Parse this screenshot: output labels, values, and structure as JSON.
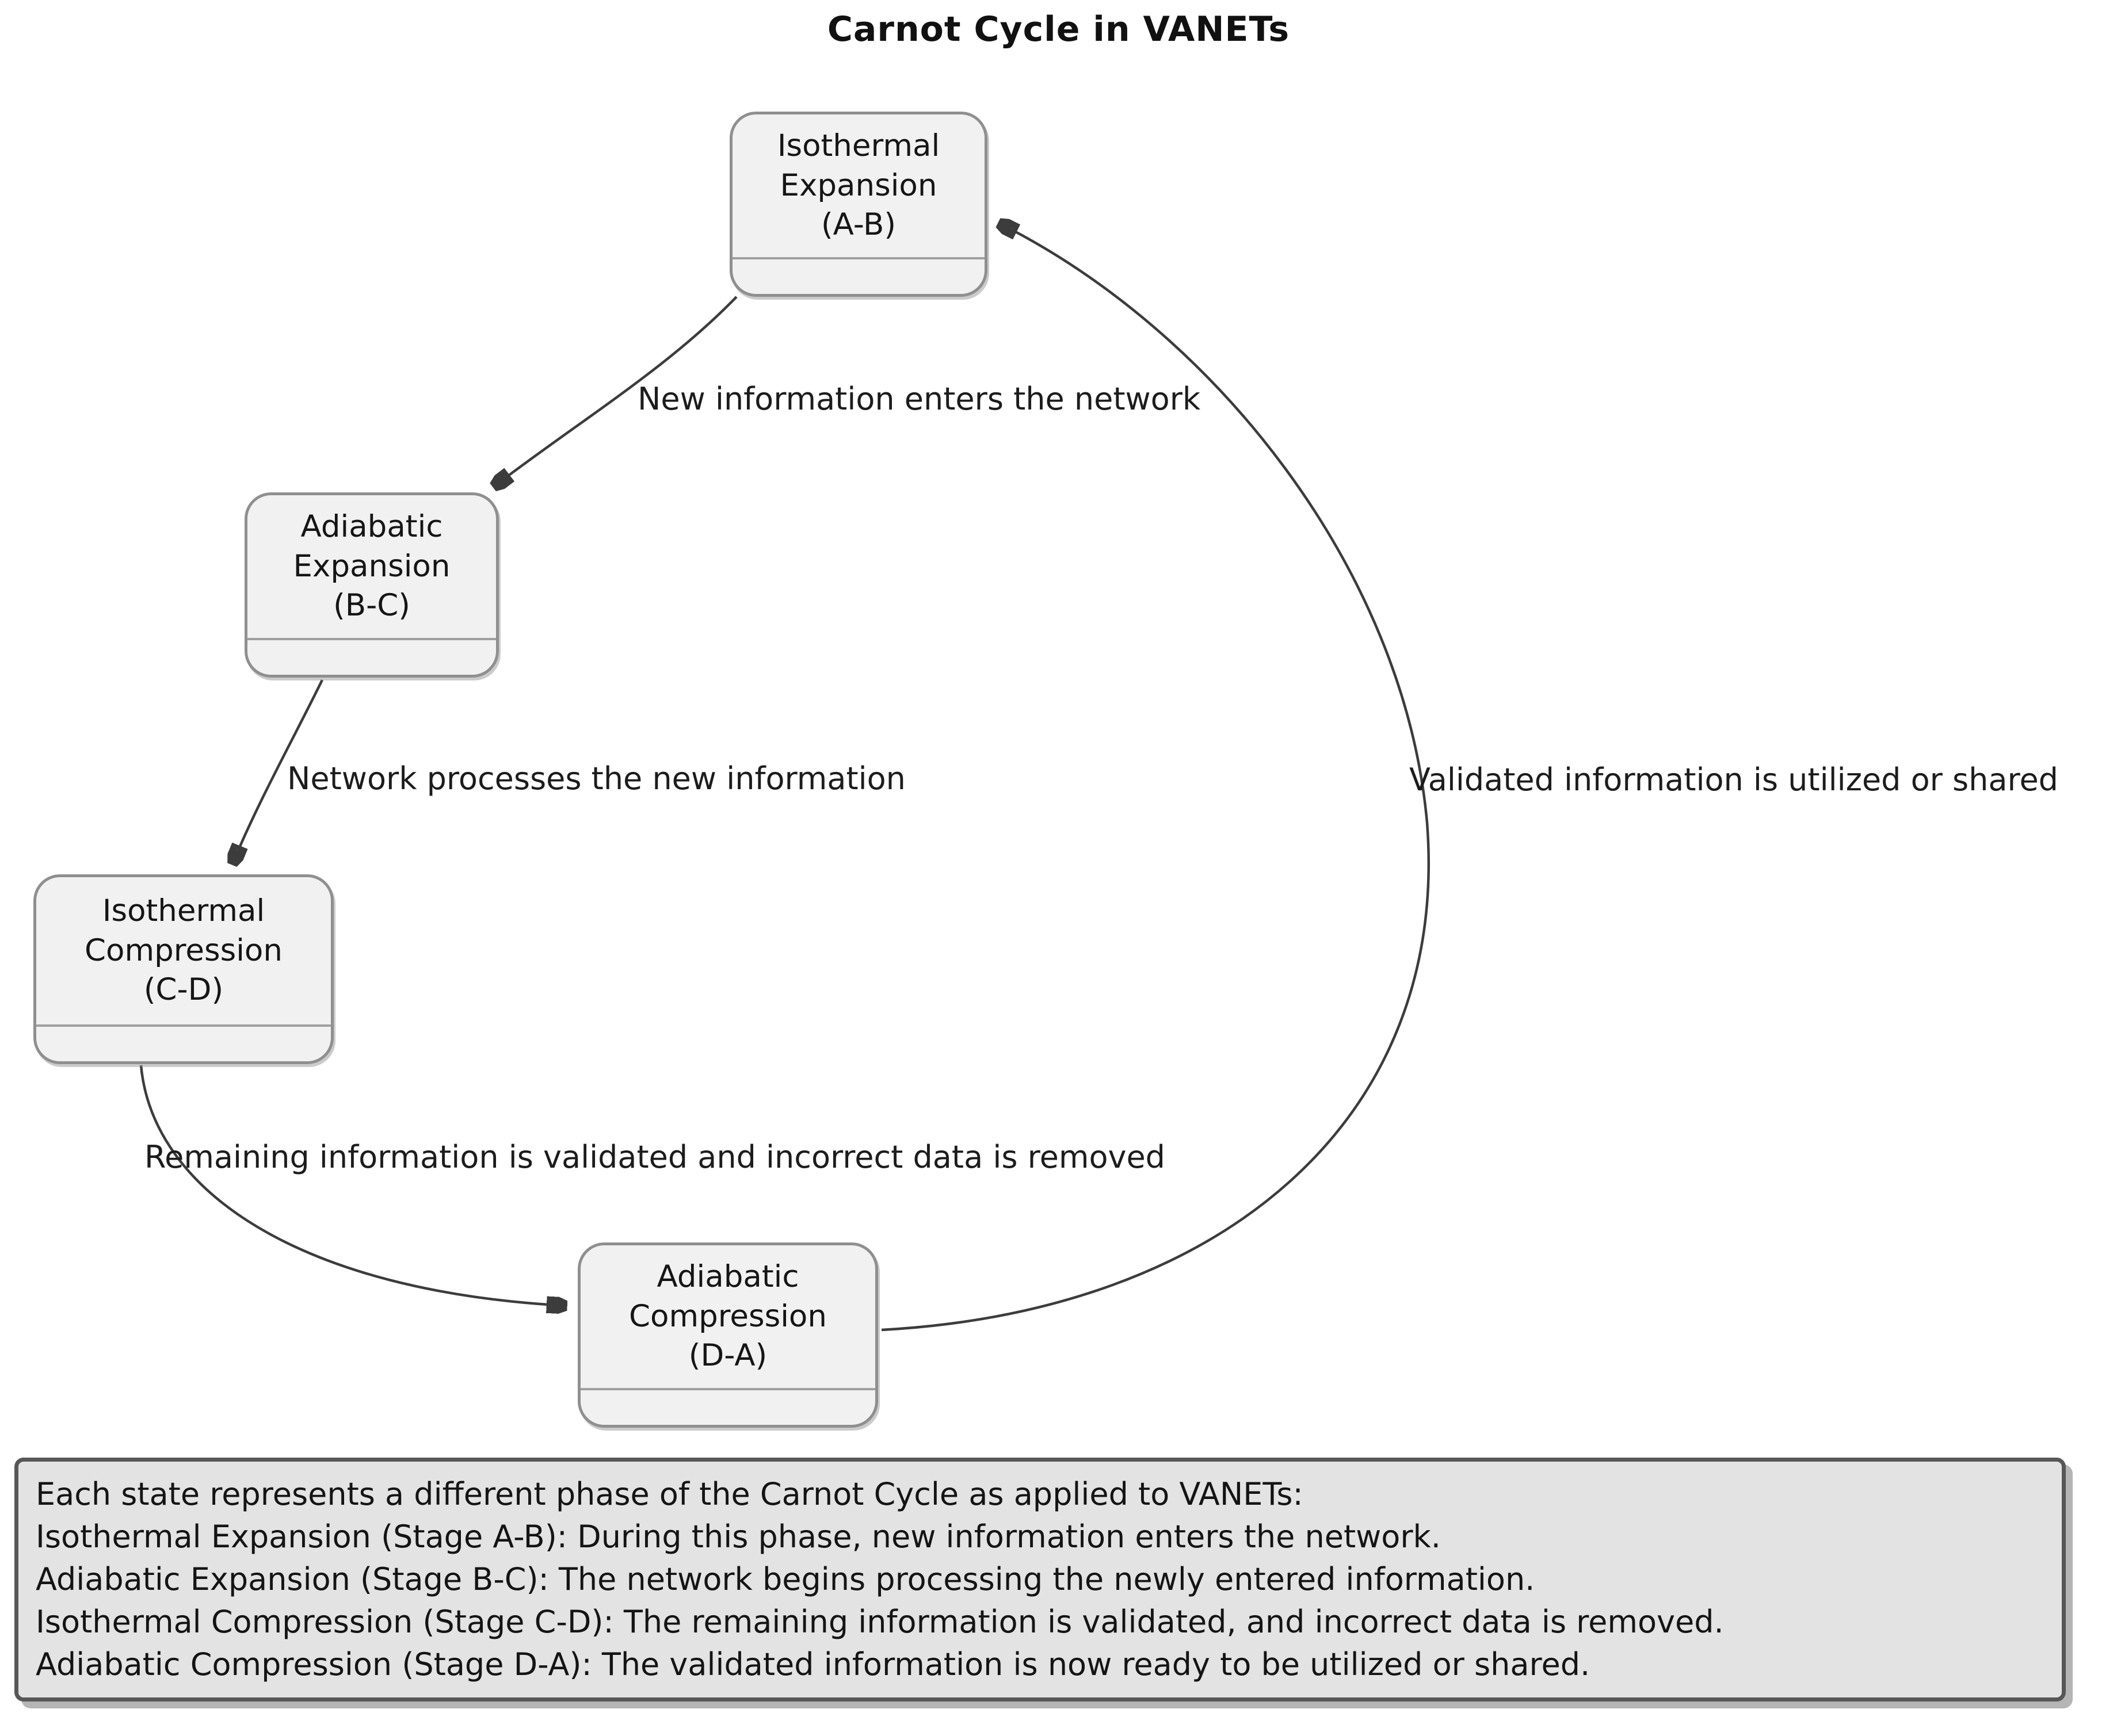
{
  "title": "Carnot Cycle in VANETs",
  "nodes": {
    "isothermal_expansion": {
      "label": "Isothermal\nExpansion\n(A-B)"
    },
    "adiabatic_expansion": {
      "label": "Adiabatic\nExpansion\n(B-C)"
    },
    "isothermal_compression": {
      "label": "Isothermal\nCompression\n(C-D)"
    },
    "adiabatic_compression": {
      "label": "Adiabatic\nCompression\n(D-A)"
    }
  },
  "edges": {
    "ab_to_bc": {
      "label": "New information enters the network"
    },
    "bc_to_cd": {
      "label": "Network processes the new information"
    },
    "cd_to_da": {
      "label": "Remaining information is validated and incorrect data is removed"
    },
    "da_to_ab": {
      "label": "Validated information is utilized or shared"
    }
  },
  "note": {
    "lines": [
      "Each state represents a different phase of the Carnot Cycle as applied to VANETs:",
      "Isothermal Expansion (Stage A-B): During this phase, new information enters the network.",
      "Adiabatic Expansion (Stage B-C): The network begins processing the newly entered information.",
      "Isothermal Compression (Stage C-D): The remaining information is validated, and incorrect data is removed.",
      "Adiabatic Compression (Stage D-A): The validated information is now ready to be utilized or shared."
    ]
  },
  "colors": {
    "background": "#ffffff",
    "node_fill": "#f1f1f1",
    "node_border": "#8f8f8f",
    "node_divider": "#9f9f9f",
    "note_fill": "#e3e3e3",
    "note_border": "#575757",
    "arrow": "#3c3c3c",
    "text": "#151515"
  }
}
